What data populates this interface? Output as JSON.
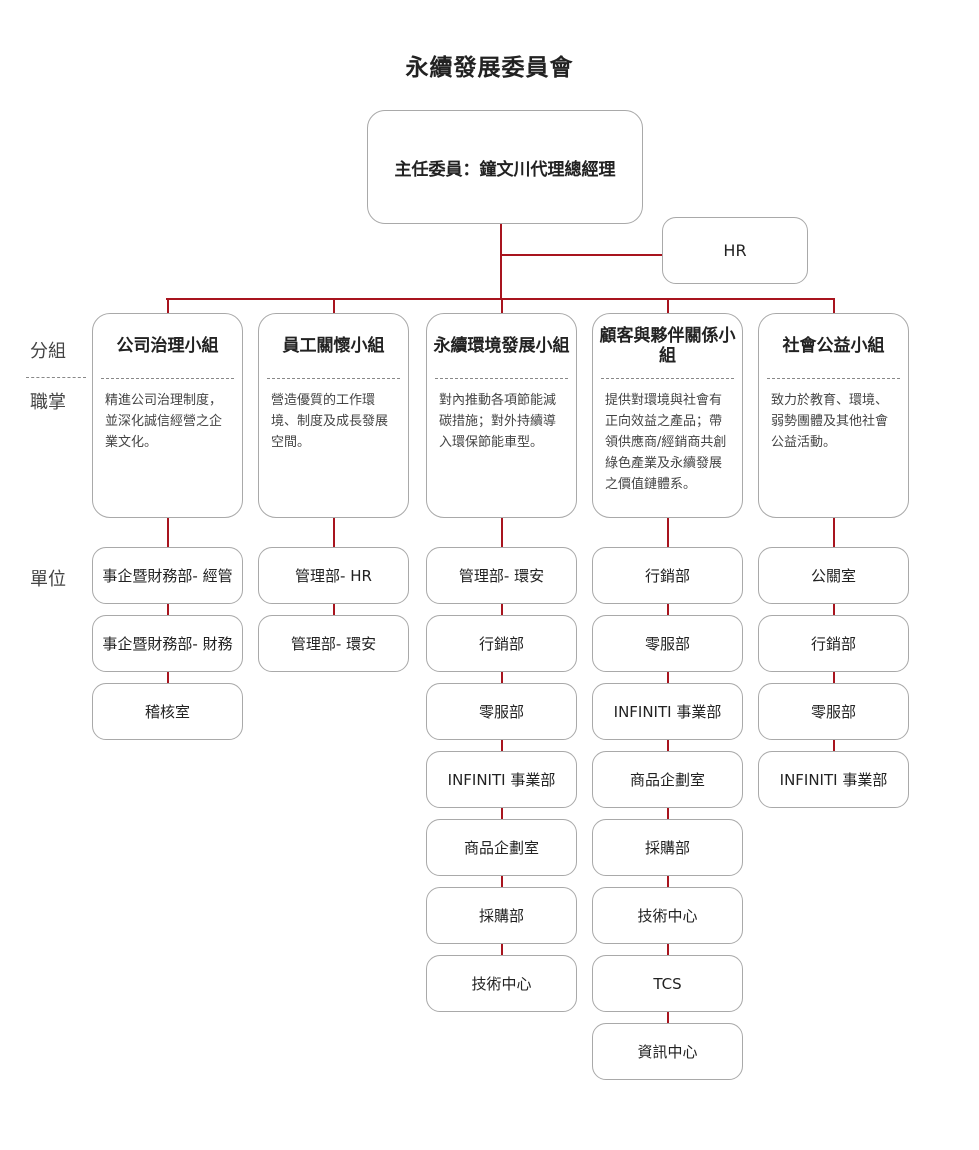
{
  "title": "永續發展委員會",
  "chair": "主任委員：鐘文川代理總經理",
  "hr": "HR",
  "labels": {
    "group": "分組",
    "duty": "職掌",
    "unit": "單位"
  },
  "colors": {
    "connector": "#a8141e",
    "border": "#a9a9a9"
  },
  "groups": [
    {
      "name": "公司治理小組",
      "duty": "精進公司治理制度，並深化誠信經營之企業文化。",
      "units": [
        "事企暨財務部- 經管",
        "事企暨財務部- 財務",
        "稽核室"
      ]
    },
    {
      "name": "員工關懷小組",
      "duty": "營造優質的工作環境、制度及成長發展空間。",
      "units": [
        "管理部- HR",
        "管理部- 環安"
      ]
    },
    {
      "name": "永續環境發展小組",
      "duty": "對內推動各項節能減碳措施；對外持續導入環保節能車型。",
      "units": [
        "管理部- 環安",
        "行銷部",
        "零服部",
        "INFINITI 事業部",
        "商品企劃室",
        "採購部",
        "技術中心"
      ]
    },
    {
      "name": "顧客與夥伴關係小組",
      "duty": "提供對環境與社會有正向效益之產品；帶領供應商/經銷商共創綠色產業及永續發展之價值鏈體系。",
      "units": [
        "行銷部",
        "零服部",
        "INFINITI 事業部",
        "商品企劃室",
        "採購部",
        "技術中心",
        "TCS",
        "資訊中心"
      ]
    },
    {
      "name": "社會公益小組",
      "duty": "致力於教育、環境、弱勢團體及其他社會公益活動。",
      "units": [
        "公關室",
        "行銷部",
        "零服部",
        "INFINITI 事業部"
      ]
    }
  ]
}
